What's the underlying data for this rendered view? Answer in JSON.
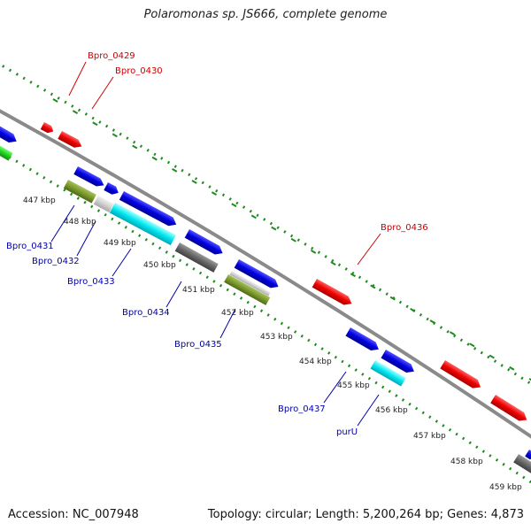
{
  "title": "Polaromonas sp. JS666, complete genome",
  "footer": {
    "accession": "Accession: NC_007948",
    "summary": "Topology: circular; Length: 5,200,264 bp; Genes: 4,873"
  },
  "colors": {
    "backbone": "#8a8a8a",
    "gc_dots": "#1f8a1f",
    "red_label": "#cc0000",
    "blue_label": "#0000aa",
    "tick_text": "#222222"
  },
  "ruler_ticks": [
    {
      "label": "447 kbp"
    },
    {
      "label": "448 kbp"
    },
    {
      "label": "449 kbp"
    },
    {
      "label": "450 kbp"
    },
    {
      "label": "451 kbp"
    },
    {
      "label": "452 kbp"
    },
    {
      "label": "453 kbp"
    },
    {
      "label": "454 kbp"
    },
    {
      "label": "455 kbp"
    },
    {
      "label": "456 kbp"
    },
    {
      "label": "457 kbp"
    },
    {
      "label": "458 kbp"
    },
    {
      "label": "459 kbp"
    }
  ],
  "gene_labels_outer": [
    {
      "label": "Bpro_0429"
    },
    {
      "label": "Bpro_0430"
    },
    {
      "label": "Bpro_0436"
    }
  ],
  "gene_labels_inner": [
    {
      "label": "Bpro_0431"
    },
    {
      "label": "Bpro_0432"
    },
    {
      "label": "Bpro_0433"
    },
    {
      "label": "Bpro_0434"
    },
    {
      "label": "Bpro_0435"
    },
    {
      "label": "Bpro_0437"
    },
    {
      "label": "purU"
    }
  ]
}
